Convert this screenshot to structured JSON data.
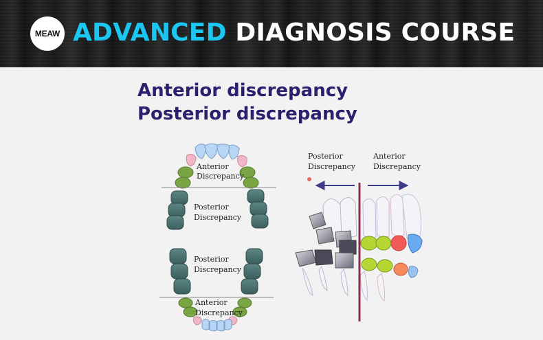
{
  "banner": {
    "logo_text": "MEAW",
    "title_accent": "ADVANCED",
    "title_rest": "DIAGNOSIS COURSE"
  },
  "slide": {
    "heading_line1": "Anterior discrepancy",
    "heading_line2": "Posterior discrepancy",
    "arch_labels": {
      "upper_anterior_1": "Anterior",
      "upper_anterior_2": "Discrepancy",
      "upper_posterior_1": "Posterior",
      "upper_posterior_2": "Discrepancy",
      "lower_posterior_1": "Posterior",
      "lower_posterior_2": "Discrepancy",
      "lower_anterior_1": "Anterior",
      "lower_anterior_2": "Discrepancy"
    },
    "side_labels": {
      "posterior_1": "Posterior",
      "posterior_2": "Discrepancy",
      "anterior_1": "Anterior",
      "anterior_2": "Discrepancy"
    }
  },
  "colors": {
    "title_accent": "#1cc6f2",
    "heading": "#2b1f6e",
    "molar": "#3f6664",
    "premolar": "#7aa544",
    "canine": "#f2b6c6",
    "incisor": "#b7d6f5",
    "divider": "#8b2d4e",
    "arrow": "#3c3c88"
  }
}
